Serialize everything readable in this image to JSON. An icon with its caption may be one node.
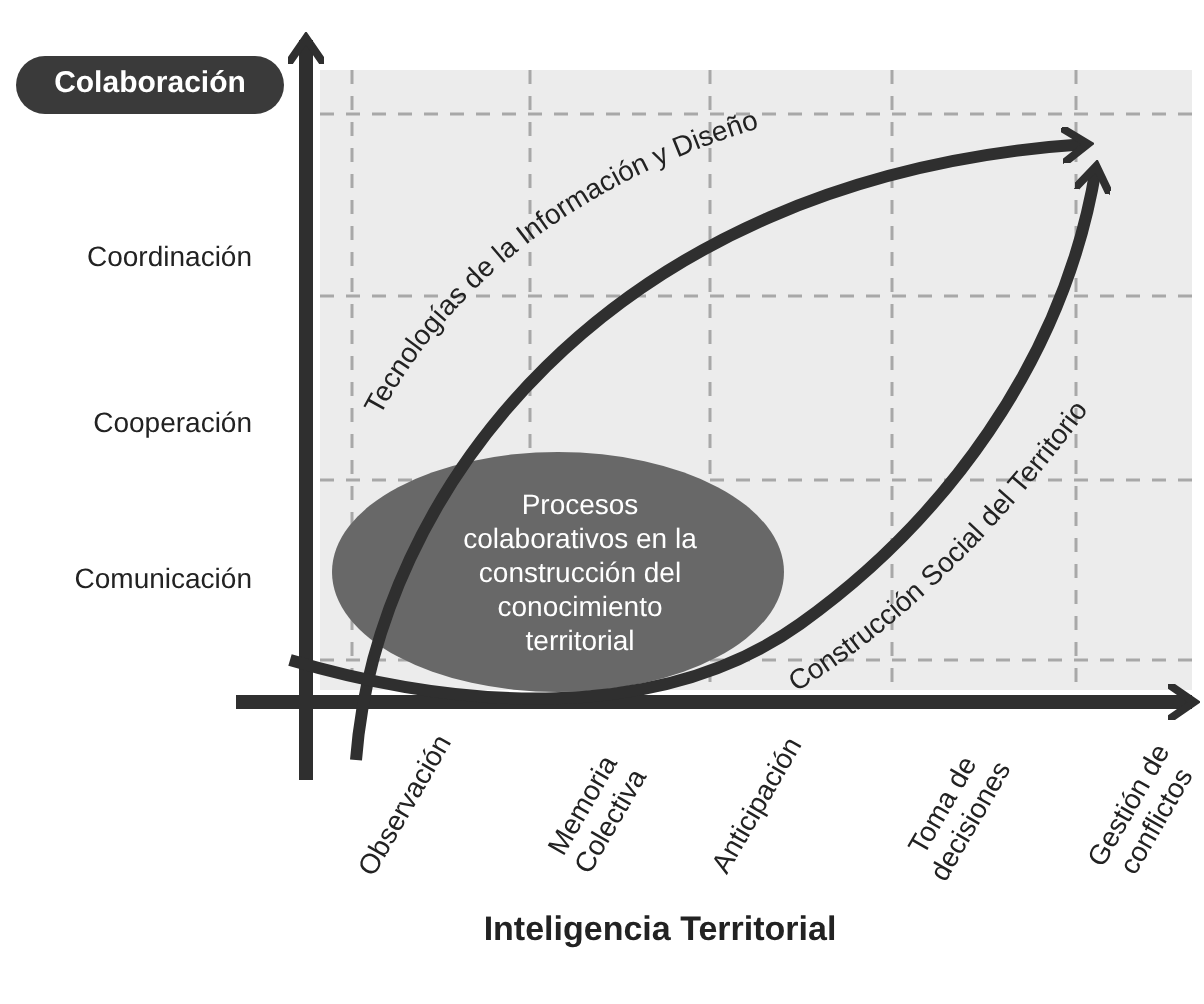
{
  "diagram": {
    "title": "Inteligencia Territorial",
    "nodes": [
      {
        "text": [
          "Colaboración"
        ]
      },
      {
        "text": [
          "Procesos colaborativos en la construcción del conocimiento territorial"
        ]
      }
    ],
    "labels": [
      "Coordinación",
      "Cooperación",
      "Comunicación",
      "Tecnologías de la Información y Diseño",
      "Construcción Social del Territorio",
      "Observación",
      "Memoria Colectiva",
      "Anticipación",
      "Toma de decisiones",
      "Gestión de conflictos"
    ]
  }
}
